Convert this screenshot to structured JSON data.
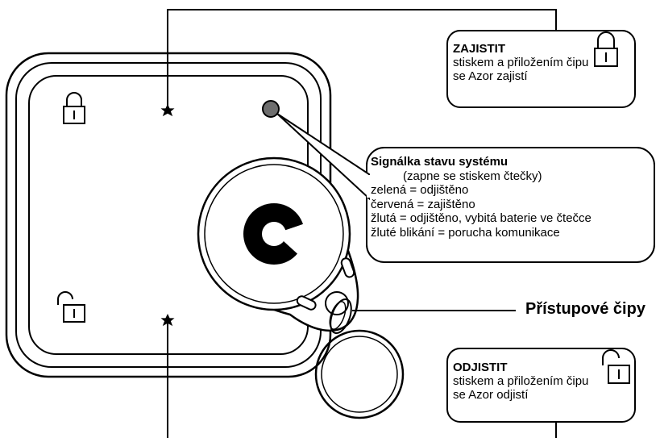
{
  "lock_callout": {
    "title": "ZAJISTIT",
    "line1": "stiskem a přiložením čipu",
    "line2": "se Azor zajistí"
  },
  "unlock_callout": {
    "title": "ODJISTIT",
    "line1": "stiskem a přiložením čipu",
    "line2": "se Azor odjistí"
  },
  "status_callout": {
    "title": "Signálka stavu systému",
    "subtitle": "(zapne se stiskem čtečky)",
    "lines": [
      "zelená = odjištěno",
      "červená = zajištěno",
      "žlutá = odjištěno, vybitá baterie ve čtečce",
      "žluté blikání = porucha komunikace"
    ]
  },
  "chip_label": "Přístupové čipy",
  "colors": {
    "status_led": "#6e6e6e",
    "line": "#000000",
    "background": "#ffffff"
  }
}
